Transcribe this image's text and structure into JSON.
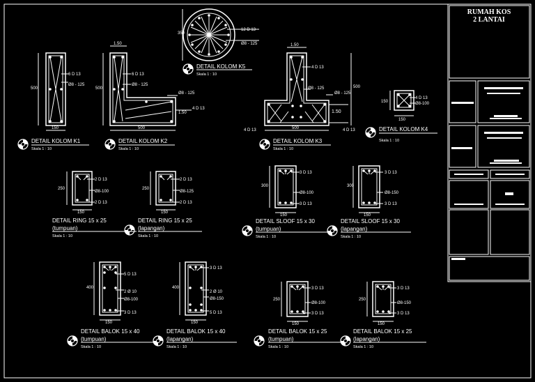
{
  "title_block": {
    "project_line1": "RUMAH KOS",
    "project_line2": "2 LANTAI"
  },
  "details": {
    "k1": {
      "title": "DETAIL KOLOM K1",
      "scale": "Skala 1 : 10",
      "dim_h": "500",
      "dim_w": "150",
      "rebar": "6 D 13",
      "stirrup": "Ø8 - 125"
    },
    "k2": {
      "title": "DETAIL KOLOM K2",
      "scale": "Skala 1 : 10",
      "dim_top": "1.50",
      "dim_h": "500",
      "dim_w": "500",
      "rebar": "6 D 13",
      "stirrup": "Ø8 - 125",
      "stirrup2": "Ø8 - 125",
      "rebar2": "4 D 13",
      "dim_side": "1.50"
    },
    "k3": {
      "title": "DETAIL KOLOM K3",
      "scale": "Skala 1 : 10",
      "dim_top": "1.50",
      "dim_h": "500",
      "dim_w": "500",
      "rebar_top": "4 D 13",
      "stirrup_l": "Ø8 - 125",
      "stirrup_r": "Ø8 - 125",
      "dim_side": "1.50",
      "rebar_bl": "4 D 13",
      "rebar_br": "4 D 13"
    },
    "k4": {
      "title": "DETAIL KOLOM K4",
      "scale": "Skala 1 : 10",
      "dim_h": "150",
      "dim_w": "150",
      "rebar": "4 D 13",
      "stirrup": "Ø8-100"
    },
    "k5": {
      "title": "DETAIL KOLOM K5",
      "scale": "Skala 1 : 10",
      "dim": "350",
      "rebar": "12 D 13",
      "stirrup": "Ø8 - 125"
    },
    "ring_t": {
      "title": "DETAIL RING 15 x 25",
      "sub": "(tumpuan)",
      "scale": "Skala 1 : 10",
      "dim_h": "250",
      "dim_w": "150",
      "top": "2 D 13",
      "stirrup": "Ø8-100",
      "bottom": "2 D 13"
    },
    "ring_l": {
      "title": "DETAIL RING 15 x 25",
      "sub": "(lapangan)",
      "scale": "Skala 1 : 10",
      "dim_h": "250",
      "dim_w": "150",
      "top": "2 D 13",
      "stirrup": "Ø8-125",
      "bottom": "2 D 13"
    },
    "sloof_t": {
      "title": "DETAIL SLOOF 15 x 30",
      "sub": "(tumpuan)",
      "scale": "Skala 1 : 10",
      "dim_h": "300",
      "dim_w": "150",
      "top": "3 D 13",
      "stirrup": "Ø8-100",
      "bottom": "3 D 13"
    },
    "sloof_l": {
      "title": "DETAIL SLOOF 15 x 30",
      "sub": "(lapangan)",
      "scale": "Skala 1 : 10",
      "dim_h": "300",
      "dim_w": "150",
      "top": "3 D 13",
      "stirrup": "Ø8-150",
      "bottom": "3 D 13"
    },
    "balok40_t": {
      "title": "DETAIL BALOK 15 x 40",
      "sub": "(tumpuan)",
      "scale": "Skala 1 : 10",
      "dim_h": "400",
      "dim_w": "150",
      "top": "5 D 13",
      "mid": "2 Ø 10",
      "stirrup": "Ø8-100",
      "bottom": "3 D 13"
    },
    "balok40_l": {
      "title": "DETAIL BALOK 15 x 40",
      "sub": "(lapangan)",
      "scale": "Skala 1 : 10",
      "dim_h": "400",
      "dim_w": "150",
      "top": "3 D 13",
      "mid": "2 Ø 10",
      "stirrup": "Ø8-150",
      "bottom": "5 D 13"
    },
    "balok25_t": {
      "title": "DETAIL BALOK 15 x 25",
      "sub": "(tumpuan)",
      "scale": "Skala 1 : 10",
      "dim_h": "250",
      "dim_w": "150",
      "top": "3 D 13",
      "stirrup": "Ø8-100",
      "bottom": "3 D 13"
    },
    "balok25_l": {
      "title": "DETAIL BALOK 15 x 25",
      "sub": "(lapangan)",
      "scale": "Skala 1 : 10",
      "dim_h": "250",
      "dim_w": "150",
      "top": "3 D 13",
      "stirrup": "Ø8-150",
      "bottom": "3 D 13"
    }
  }
}
